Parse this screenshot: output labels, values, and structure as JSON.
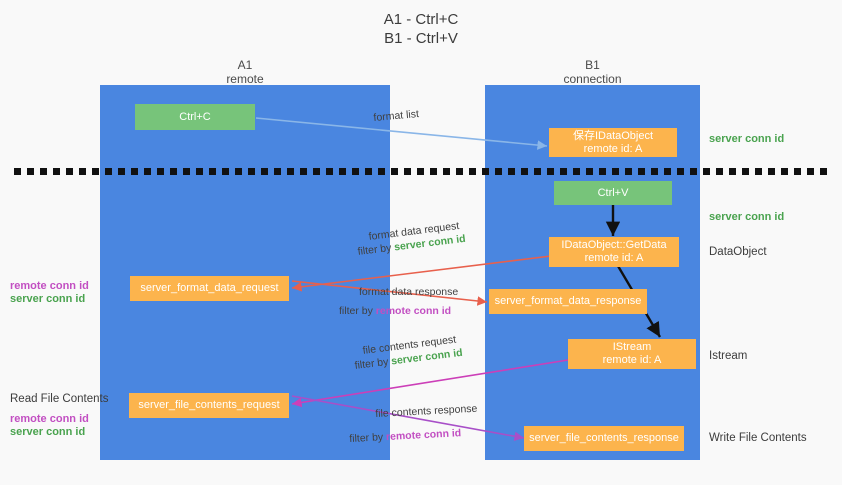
{
  "title": {
    "line1": "A1 - Ctrl+C",
    "line2": "B1 - Ctrl+V"
  },
  "colors": {
    "lane": "#4a86e0",
    "green_box": "#77c47a",
    "orange_box": "#fcb44d",
    "server_conn_id": "#4aa34f",
    "remote_conn_id": "#c24fc2",
    "background": "#f9f9f9",
    "edge_format_list": "#8ab6e8",
    "edge_red": "#e8604c",
    "edge_black": "#111111",
    "edge_magenta": "#cc3fb8",
    "edge_purple": "#a84fc8"
  },
  "lanes": [
    {
      "id": "a1",
      "name": "A1",
      "subtitle": "remote"
    },
    {
      "id": "b1",
      "name": "B1",
      "subtitle": "connection"
    }
  ],
  "boxes": [
    {
      "id": "ctrl-c",
      "label": "Ctrl+C",
      "sub": "",
      "color": "green"
    },
    {
      "id": "save-idataobject",
      "label": "保存IDataObject",
      "sub": "remote id: A",
      "color": "orange"
    },
    {
      "id": "ctrl-v",
      "label": "Ctrl+V",
      "sub": "",
      "color": "green"
    },
    {
      "id": "getdata",
      "label": "IDataObject::GetData",
      "sub": "remote id: A",
      "color": "orange"
    },
    {
      "id": "server-format-data-request",
      "label": "server_format_data_request",
      "sub": "",
      "color": "orange"
    },
    {
      "id": "server-format-data-response",
      "label": "server_format_data_response",
      "sub": "",
      "color": "orange"
    },
    {
      "id": "istream",
      "label": "IStream",
      "sub": "remote id: A",
      "color": "orange"
    },
    {
      "id": "server-file-contents-request",
      "label": "server_file_contents_request",
      "sub": "",
      "color": "orange"
    },
    {
      "id": "server-file-contents-response",
      "label": "server_file_contents_response",
      "sub": "",
      "color": "orange"
    }
  ],
  "edge_labels": [
    {
      "id": "format-list",
      "text": "format list"
    },
    {
      "id": "format-data-request",
      "text": "format data request"
    },
    {
      "id": "format-data-request-filter",
      "prefix": "filter by ",
      "accent": "server conn id"
    },
    {
      "id": "format-data-response",
      "text": "format data response"
    },
    {
      "id": "format-data-response-filter",
      "prefix": "filter by ",
      "accent": "remote conn id"
    },
    {
      "id": "file-contents-request",
      "text": "file contents request"
    },
    {
      "id": "file-contents-request-filter",
      "prefix": "filter by ",
      "accent": "server conn id"
    },
    {
      "id": "file-contents-response",
      "text": "file contents response"
    },
    {
      "id": "file-contents-response-filter",
      "prefix": "filter by ",
      "accent": "remote conn id"
    }
  ],
  "right_annotations": [
    {
      "id": "server-conn-id-1",
      "text": "server conn id",
      "kind": "green"
    },
    {
      "id": "server-conn-id-2",
      "text": "server conn id",
      "kind": "green"
    },
    {
      "id": "dataobject",
      "text": "DataObject",
      "kind": "plain"
    },
    {
      "id": "istream-label",
      "text": "Istream",
      "kind": "plain"
    },
    {
      "id": "write-file-contents",
      "text": "Write File Contents",
      "kind": "plain"
    }
  ],
  "left_annotations": [
    {
      "id": "grp1-remote",
      "text": "remote conn id",
      "kind": "magenta"
    },
    {
      "id": "grp1-server",
      "text": "server conn id",
      "kind": "green"
    },
    {
      "id": "read-file-contents",
      "text": "Read File Contents",
      "kind": "plain"
    },
    {
      "id": "grp2-remote",
      "text": "remote conn id",
      "kind": "magenta"
    },
    {
      "id": "grp2-server",
      "text": "server conn id",
      "kind": "green"
    }
  ]
}
